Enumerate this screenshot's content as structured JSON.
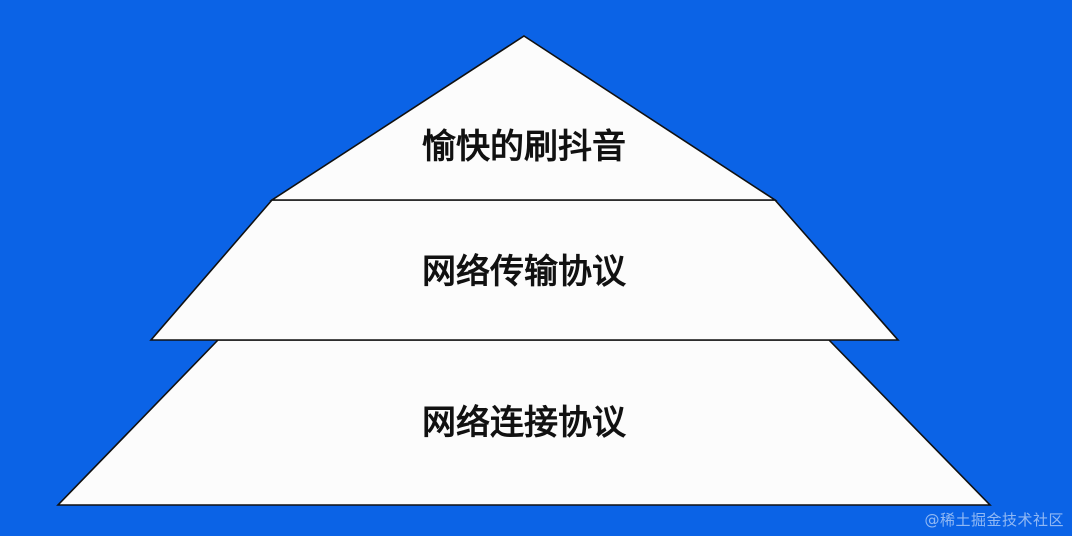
{
  "diagram": {
    "layers": [
      {
        "id": "top",
        "label": "愉快的刷抖音"
      },
      {
        "id": "middle",
        "label": "网络传输协议"
      },
      {
        "id": "bottom",
        "label": "网络连接协议"
      }
    ]
  },
  "credit": "@稀土掘金技术社区",
  "colors": {
    "background": "#0b63e6",
    "shape_fill": "#fcfcfc",
    "stroke": "#111111",
    "text": "#111111"
  }
}
